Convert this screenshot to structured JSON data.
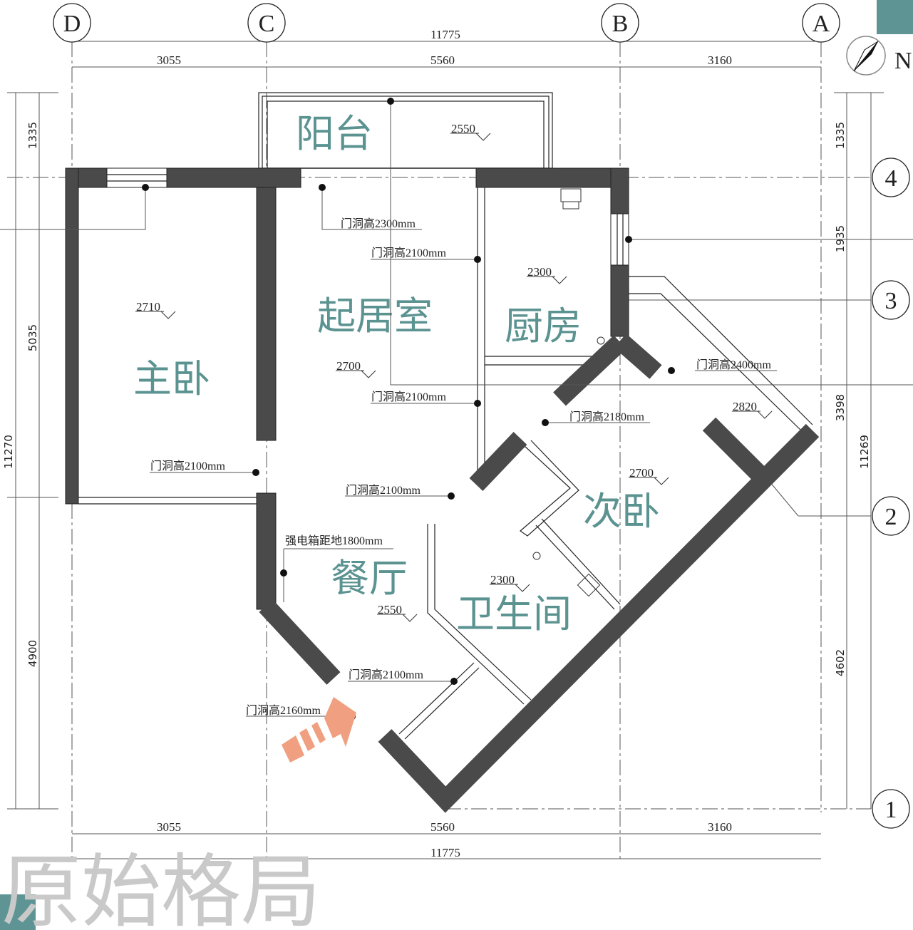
{
  "title": "原始格局",
  "accent_color": "#5b9391",
  "wall_color": "#4a4a4a",
  "entry_arrow_color": "#f0a080",
  "compass": {
    "label": "N"
  },
  "axes": {
    "columns": [
      "D",
      "C",
      "B",
      "A"
    ],
    "rows": [
      "4",
      "3",
      "2",
      "1"
    ]
  },
  "dimensions": {
    "top_total": "11775",
    "top_segments": [
      "3055",
      "5560",
      "3160"
    ],
    "bottom_segments": [
      "3055",
      "5560",
      "3160"
    ],
    "bottom_total": "11775",
    "left_total": "11270",
    "left_segments": [
      "1335",
      "5035",
      "4900"
    ],
    "right_segments": [
      "1335",
      "1935",
      "3398",
      "4602"
    ],
    "right_total": "11269"
  },
  "rooms": {
    "balcony": "阳台",
    "living": "起居室",
    "kitchen": "厨房",
    "master": "主卧",
    "second": "次卧",
    "dining": "餐厅",
    "bath": "卫生间"
  },
  "ceiling_heights": {
    "balcony": "2550",
    "kitchen": "2300",
    "master": "2710",
    "living": "2700",
    "balcony2": "2820",
    "second": "2700",
    "dining": "2550",
    "bath": "2300"
  },
  "notes": {
    "door_living_top": "门洞高2300mm",
    "door_kitchen": "门洞高2100mm",
    "door_balcony2": "门洞高2400mm",
    "door_living_mid": "门洞高2100mm",
    "door_second": "门洞高2180mm",
    "door_master": "门洞高2100mm",
    "door_bath": "门洞高2100mm",
    "panel": "强电箱距地1800mm",
    "door_lower": "门洞高2100mm",
    "door_entry": "门洞高2160mm"
  }
}
